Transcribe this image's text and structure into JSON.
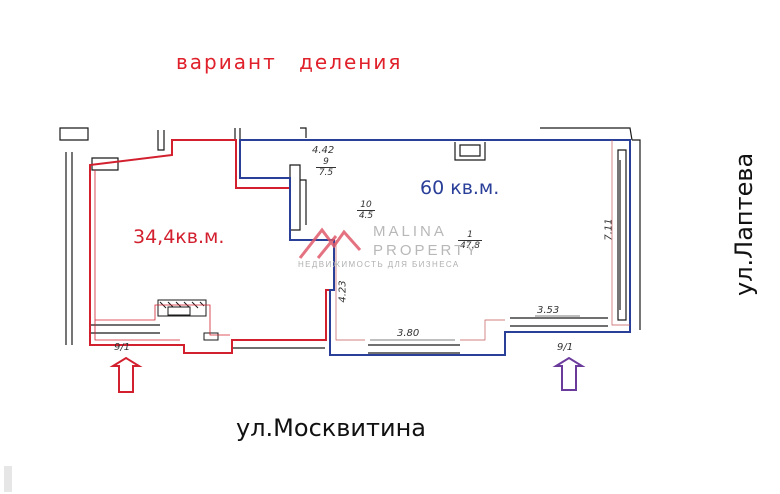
{
  "title": "вариант   деления",
  "street_bottom": "ул.Москвитина",
  "street_right": "ул.Лаптева",
  "areas": {
    "left": "34,4кв.м.",
    "right": "60 кв.м."
  },
  "labels": {
    "dim_442": "4.42",
    "room_9": {
      "num": "9",
      "den": "7.5"
    },
    "room_10": {
      "num": "10",
      "den": "4.5"
    },
    "room_1": {
      "num": "1",
      "den": "47.8"
    },
    "dim_423": "4.23",
    "dim_711": "7.11",
    "dim_380": "3.80",
    "dim_353": "3.53",
    "entrance_left": "9/1",
    "entrance_right": "9/1"
  },
  "watermark": {
    "name_line1": "MALINA",
    "name_line2": "PROPERTY",
    "subtitle": "НЕДВИЖИМОСТЬ ДЛЯ БИЗНЕСА"
  },
  "colors": {
    "red_unit": "#d2202f",
    "blue_unit": "#2a3f98",
    "entrance_arrow_red": "#d2202f",
    "entrance_arrow_purple": "#6b3b9c",
    "walls": "#1a1a1a"
  }
}
